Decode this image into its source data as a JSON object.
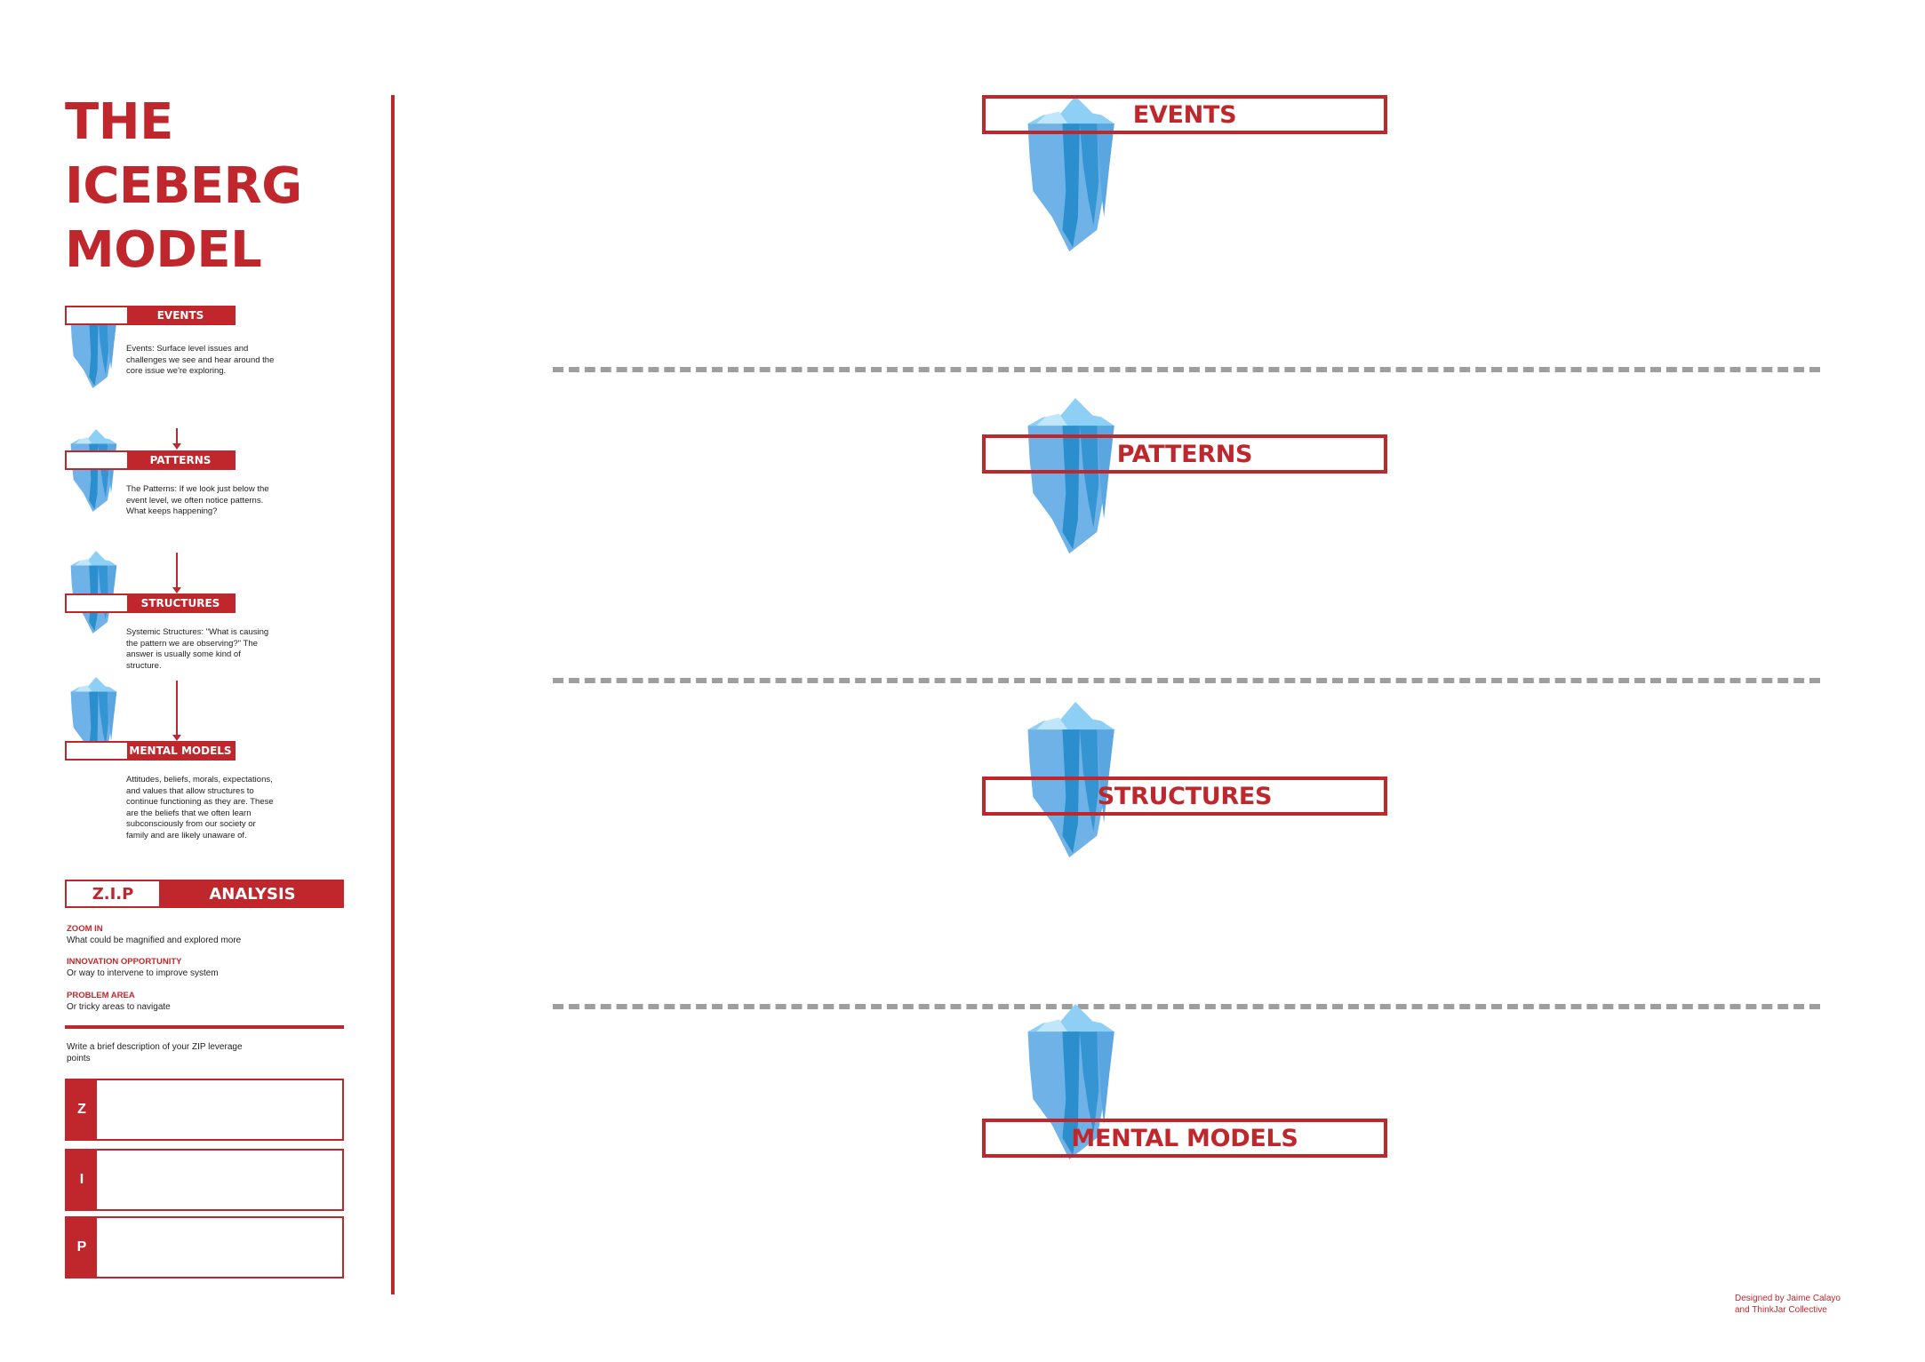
{
  "title": {
    "line1": "THE",
    "line2": "ICEBERG",
    "line3": "MODEL"
  },
  "legend": [
    {
      "label": "EVENTS",
      "description": "Events: Surface level issues and challenges we see and hear around the core issue we're exploring."
    },
    {
      "label": "PATTERNS",
      "description": "The Patterns: If we look just below the event level, we often notice patterns. What keeps happening?"
    },
    {
      "label": "STRUCTURES",
      "description": "Systemic Structures: \"What is causing the pattern we are observing?\" The answer is usually some kind of structure."
    },
    {
      "label": "MENTAL MODELS",
      "description": "Attitudes, beliefs, morals, expectations, and values that allow structures to continue functioning as they are. These are the beliefs that we often learn subconsciously from our society or family and are likely unaware of."
    }
  ],
  "zip": {
    "left": "Z.I.P",
    "right": "ANALYSIS",
    "items": [
      {
        "heading": "ZOOM IN",
        "text": "What could be magnified and explored more"
      },
      {
        "heading": "INNOVATION OPPORTUNITY",
        "text": "Or way to intervene to improve system"
      },
      {
        "heading": "PROBLEM AREA",
        "text": "Or tricky areas to navigate"
      }
    ],
    "instruction": "Write a brief description of your ZIP leverage points",
    "boxes": [
      {
        "key": "Z"
      },
      {
        "key": "I"
      },
      {
        "key": "P"
      }
    ]
  },
  "levels": [
    "EVENTS",
    "PATTERNS",
    "STRUCTURES",
    "MENTAL MODELS"
  ],
  "credit": {
    "line1": "Designed by Jaime Calayo",
    "line2": "and ThinkJar Collective"
  },
  "colors": {
    "accent": "#c0272d",
    "ice_light": "#6fb2e8",
    "ice_dark": "#2b8fce",
    "ice_top": "#8ed0f5",
    "dash": "#9e9e9e"
  }
}
